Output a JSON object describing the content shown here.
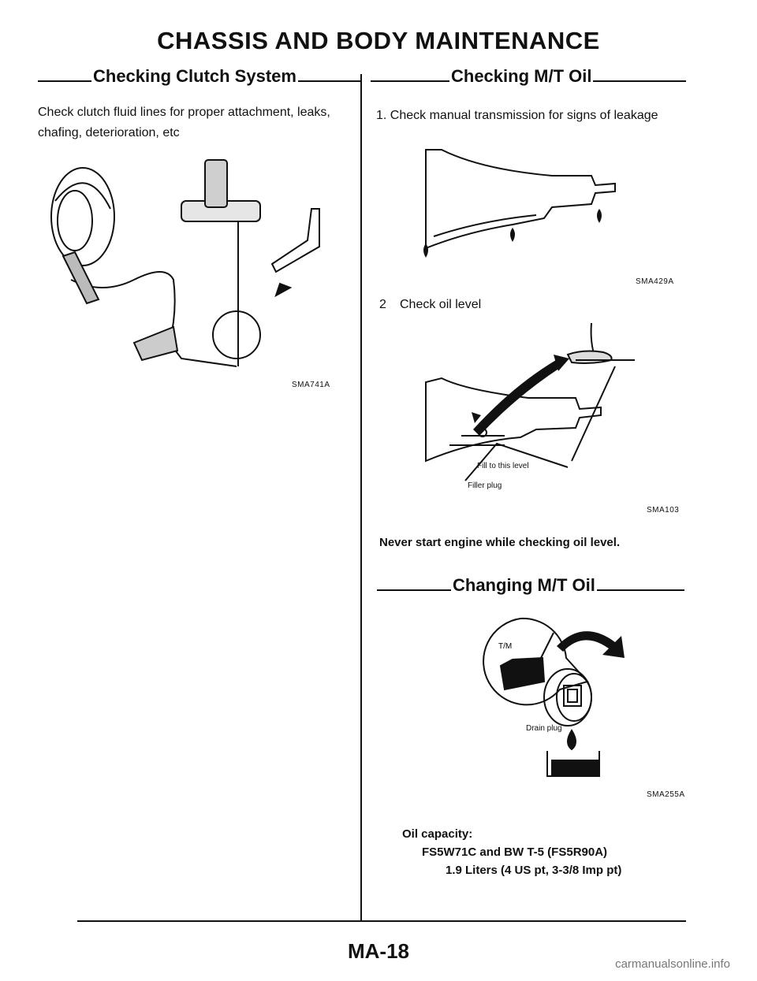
{
  "page": {
    "title": "CHASSIS AND BODY MAINTENANCE",
    "footer": "MA-18",
    "watermark": "carmanualsonline.info"
  },
  "left": {
    "heading": "Checking Clutch System",
    "text": "Check clutch fluid lines for proper attachment, leaks, chafing, deterioration, etc",
    "figure_code": "SMA741A"
  },
  "right": {
    "heading1": "Checking M/T Oil",
    "step1": "1. Check manual transmission for signs of leakage",
    "figure1_code": "SMA429A",
    "step2_num": "2",
    "step2_text": "Check oil level",
    "fill_label": "Fill to this level",
    "filler_label": "Filler plug",
    "figure2_code": "SMA103",
    "warning": "Never start engine while checking oil level.",
    "heading2": "Changing M/T Oil",
    "tm_label": "T/M",
    "drain_label": "Drain plug",
    "figure3_code": "SMA255A",
    "capacity_label": "Oil capacity:",
    "capacity_models": "FS5W71C and BW T-5 (FS5R90A)",
    "capacity_value": "1.9 Liters (4 US pt, 3-3/8 Imp pt)"
  },
  "icons": {
    "clutch": "clutch-system-illustration",
    "transmission": "transmission-leak-illustration",
    "oil_level": "oil-level-check-illustration",
    "drain": "drain-plug-illustration"
  }
}
